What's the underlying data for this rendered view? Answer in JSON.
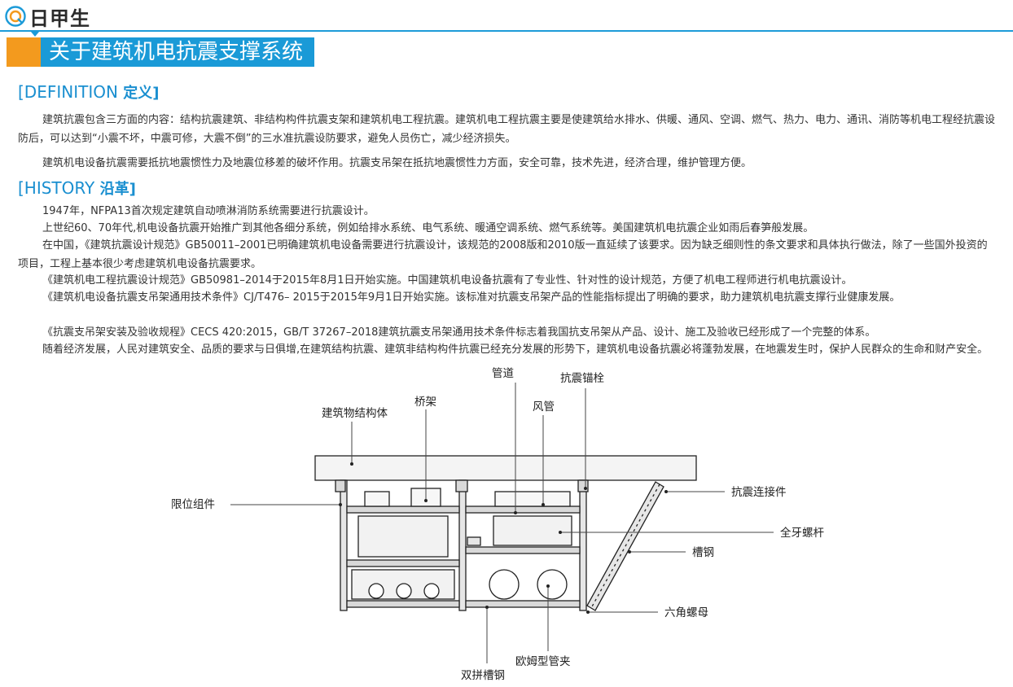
{
  "brand": {
    "name": "日甲生"
  },
  "banner": {
    "title": "关于建筑机电抗震支撑系统"
  },
  "definition": {
    "heading_en": "[DEFINITION",
    "heading_zh": "定义]",
    "paragraphs": [
      "建筑抗震包含三方面的内容：结构抗震建筑、非结构构件抗震支架和建筑机电工程抗震。建筑机电工程抗震主要是使建筑给水排水、供暖、通风、空调、燃气、热力、电力、通讯、消防等机电工程经抗震设防后，可以达到“小震不坏，中震可修，大震不倒”的三水准抗震设防要求，避免人员伤亡，减少经济损失。",
      "建筑机电设备抗震需要抵抗地震惯性力及地震位移差的破坏作用。抗震支吊架在抵抗地震惯性力方面，安全可靠，技术先进，经济合理，维护管理方便。"
    ]
  },
  "history": {
    "heading_en": "[HISTORY",
    "heading_zh": "沿革]",
    "paragraphs": [
      "1947年，NFPA13首次规定建筑自动喷淋消防系统需要进行抗震设计。",
      "上世纪60、70年代,机电设备抗震开始推广到其他各细分系统，例如给排水系统、电气系统、暖通空调系统、燃气系统等。美国建筑机电抗震企业如雨后春笋般发展。",
      "在中国，《建筑抗震设计规范》GB50011–2001已明确建筑机电设备需要进行抗震设计，该规范的2008版和2010版一直延续了该要求。因为缺乏细则性的条文要求和具体执行做法，除了一些国外投资的项目，工程上基本很少考虑建筑机电设备抗震要求。",
      "《建筑机电工程抗震设计规范》GB50981–2014于2015年8月1日开始实施。中国建筑机电设备抗震有了专业性、针对性的设计规范，方便了机电工程师进行机电抗震设计。",
      "《建筑机电设备抗震支吊架通用技术条件》CJ/T476– 2015于2015年9月1日开始实施。该标准对抗震支吊架产品的性能指标提出了明确的要求，助力建筑机电抗震支撑行业健康发展。",
      "《抗震支吊架安装及验收规程》CECS 420:2015，GB/T 37267–2018建筑抗震支吊架通用技术条件标志着我国抗支吊架从产品、设计、施工及验收已经形成了一个完整的体系。",
      "随着经济发展，人民对建筑安全、品质的要求与日俱增,在建筑结构抗震、建筑非结构构件抗震已经充分发展的形势下，建筑机电设备抗震必将蓬勃发展，在地震发生时，保护人民群众的生命和财产安全。"
    ]
  },
  "diagram": {
    "labels": {
      "pipe": "管道",
      "anchor": "抗震锚栓",
      "tray": "桥架",
      "duct": "风管",
      "structure": "建筑物结构体",
      "connector": "抗震连接件",
      "limiter": "限位组件",
      "rod": "全牙螺杆",
      "channel": "槽钢",
      "nut": "六角螺母",
      "clamp": "欧姆型管夹",
      "double_channel": "双拼槽钢"
    },
    "colors": {
      "line": "#222222",
      "fill_light": "#f2f2f2",
      "fill_mid": "#d9d9d9"
    },
    "icons": [
      "logo-badge-icon"
    ]
  }
}
